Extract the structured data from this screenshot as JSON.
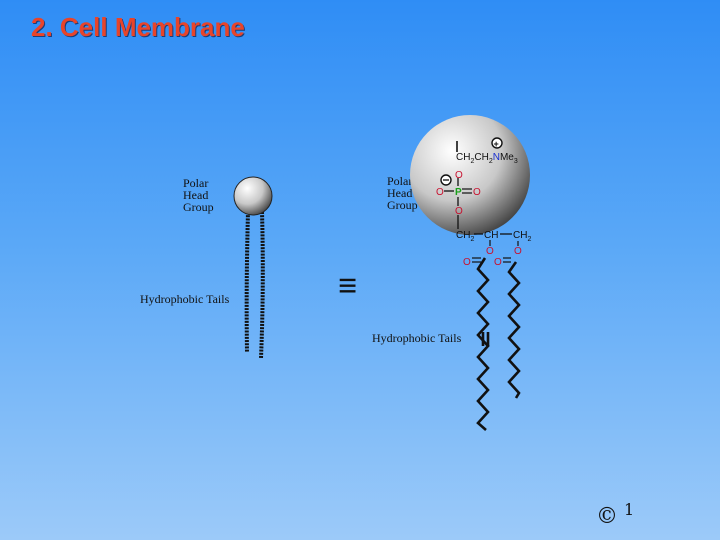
{
  "slide": {
    "title": "2. Cell Membrane",
    "page_number": "1",
    "copyright_symbol": "©"
  },
  "left_diagram": {
    "head_label": [
      "Polar",
      "Head",
      "Group"
    ],
    "tail_label": "Hydrophobic Tails"
  },
  "equivalence_symbol": "≡",
  "right_diagram": {
    "head_label": [
      "Polar",
      "Head",
      "Group"
    ],
    "tail_label": "Hydrophobic Tails",
    "choline": {
      "ch2a": "CH",
      "sub2a": "2",
      "ch2b": "CH",
      "sub2b": "2",
      "n": "N",
      "me": "Me",
      "sub3": "3"
    },
    "phosphate": {
      "p": "P",
      "o_top": "O",
      "o_left": "O",
      "o_right": "O",
      "o_bottom": "O"
    },
    "glycerol": {
      "ch2_left": "CH",
      "sub_left": "2",
      "ch": "CH",
      "ch2_right": "CH",
      "sub_right": "2"
    },
    "ester": {
      "o1": "O",
      "o2": "O",
      "o3": "O",
      "o4": "O"
    }
  },
  "colors": {
    "title": "#e8442a",
    "oxygen": "#c8102e",
    "nitrogen": "#1a2fd0",
    "phosphorus": "#1aa01a"
  }
}
